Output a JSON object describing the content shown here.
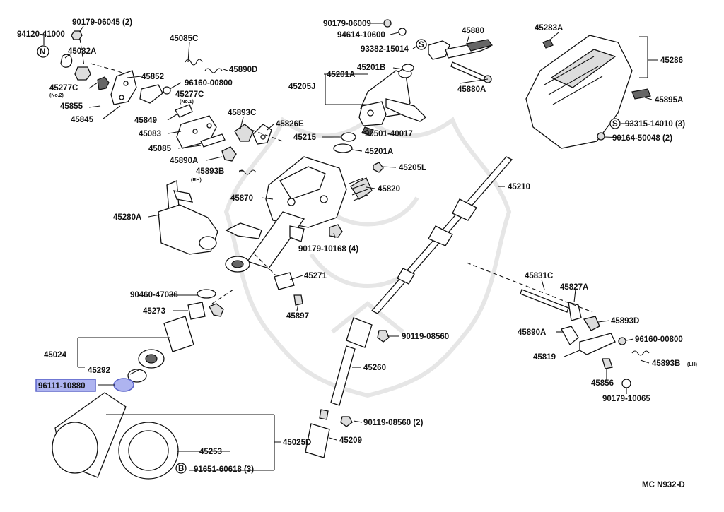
{
  "diagram": {
    "highlighted_part": "96111-10880",
    "code": "MC  N932-D",
    "labels": {
      "p94120": "94120-41000",
      "p90179_06045": "90179-06045 (2)",
      "p45082A": "45082A",
      "p45277C_l": "45277C",
      "p45277C_l_sub": "(No.2)",
      "p45855": "45855",
      "p45845": "45845",
      "p45085C": "45085C",
      "p45890D": "45890D",
      "p45852": "45852",
      "p96160_t": "96160-00800",
      "p45277C_r": "45277C",
      "p45277C_r_sub": "(No.1)",
      "p45849": "45849",
      "p45083": "45083",
      "p45085": "45085",
      "p45893C": "45893C",
      "p45826E": "45826E",
      "p45890A_l": "45890A",
      "p45893B_l": "45893B",
      "p45893B_l_sub": "(RH)",
      "p90179_06009": "90179-06009",
      "p94614": "94614-10600",
      "p93382": "93382-15014",
      "p45880": "45880",
      "p45880A": "45880A",
      "p45201B": "45201B",
      "p45201A_t": "45201A",
      "p45205J": "45205J",
      "p45215": "45215",
      "p90501": "90501-40017",
      "p45201A_b": "45201A",
      "p45205L": "45205L",
      "p45820": "45820",
      "p45870": "45870",
      "p90179_10168": "90179-10168 (4)",
      "p45280A": "45280A",
      "p45283A": "45283A",
      "p45286": "45286",
      "p45895A": "45895A",
      "p93315": "93315-14010 (3)",
      "p90164": "90164-50048 (2)",
      "p45210": "45210",
      "p45271": "45271",
      "p45897": "45897",
      "p90460": "90460-47036",
      "p45273": "45273",
      "p45024": "45024",
      "p45292": "45292",
      "p96111": "96111-10880",
      "p45253": "45253",
      "p45025D": "45025D",
      "p91651": "91651-60618 (3)",
      "p45260": "45260",
      "p90119_a": "90119-08560",
      "p90119_b": "90119-08560 (2)",
      "p45209": "45209",
      "p45831C": "45831C",
      "p45827A": "45827A",
      "p45893D": "45893D",
      "p45890A_r": "45890A",
      "p96160_r": "96160-00800",
      "p45819": "45819",
      "p45893B_r": "45893B",
      "p45893B_r_sub": "(LH)",
      "p45856": "45856",
      "p90179_10065": "90179-10065"
    },
    "symbols": {
      "n_mark": "N",
      "s_mark_1": "S",
      "s_mark_2": "S",
      "b_mark": "B"
    }
  }
}
